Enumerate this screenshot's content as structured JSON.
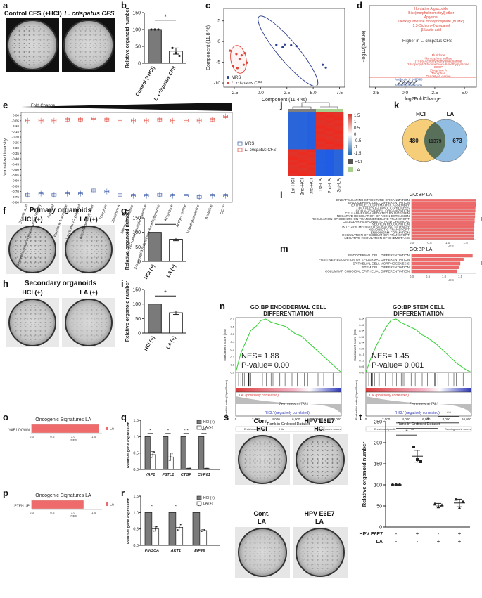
{
  "panel_labels": {
    "a": "a",
    "b": "b",
    "c": "c",
    "d": "d",
    "e": "e",
    "f": "f",
    "g": "g",
    "h": "h",
    "i": "i",
    "j": "j",
    "k": "k",
    "l": "l",
    "m": "m",
    "n": "n",
    "o": "o",
    "p": "p",
    "q": "q",
    "r": "r",
    "s": "s",
    "t": "t"
  },
  "a": {
    "left": "Control CFS (+HCl)",
    "right": "L. crispatus CFS"
  },
  "f": {
    "title": "Primary organoids",
    "left": "HCl (+)",
    "right": "LA (+)"
  },
  "h": {
    "title": "Secondary organoids",
    "left": "HCl (+)",
    "right": "LA (+)"
  },
  "s": {
    "tl": [
      "Cont.",
      "HCl"
    ],
    "tr": [
      "HPV E6E7",
      "HCl"
    ],
    "bl": [
      "Cont.",
      "LA"
    ],
    "br": [
      "HPV E6E7",
      "LA"
    ]
  },
  "chart_data": [
    {
      "panel": "b",
      "type": "bar",
      "categories": [
        "Control (+HCl)",
        "L. crispatus CFS"
      ],
      "values": [
        100,
        36
      ],
      "errors": [
        0,
        9
      ],
      "points": [
        [
          100,
          100,
          100
        ],
        [
          45,
          30,
          22
        ]
      ],
      "ylabel": "Relative organoid number",
      "ylim": [
        0,
        150
      ],
      "yticks": [
        "0",
        "50",
        "100",
        "150"
      ],
      "significance": "*"
    },
    {
      "panel": "c",
      "type": "scatter",
      "xlabel": "Component (11.4 %)",
      "ylabel": "Component (11.8 %)",
      "xticks": [
        "-2.5",
        "0.0",
        "2.5",
        "5.0",
        "7.5"
      ],
      "yticks": [
        "-10",
        "-5",
        "0",
        "5"
      ],
      "xlim": [
        -3.5,
        8
      ],
      "ylim": [
        -11,
        8
      ],
      "series": [
        {
          "name": "MRS",
          "color": "#2c3e8f",
          "x": [
            1.5,
            2.1,
            2.3,
            2.9,
            3.4,
            5.9,
            6.2
          ],
          "y": [
            -0.8,
            -1.4,
            -0.7,
            -0.9,
            -1.1,
            -5.6,
            -6.3
          ]
        },
        {
          "name": "L. crispatus CFS",
          "color": "#e0453a",
          "x": [
            -2.9,
            -2.3,
            -1.8,
            -1.5,
            -2.0,
            -1.6,
            -2.6,
            -1.3,
            -2.2
          ],
          "y": [
            -2.2,
            -3.0,
            -3.3,
            -2.8,
            -4.2,
            -5.6,
            -5.9,
            -5.1,
            -6.4
          ]
        }
      ]
    },
    {
      "panel": "d",
      "type": "scatter",
      "xlabel": "log2FoldChange",
      "ylabel": "-log10(pvalue)",
      "xticks": [
        "-2.5",
        "0.0",
        "2.5",
        "5.0"
      ],
      "xlim": [
        -3,
        6
      ],
      "annotations_top": [
        "Hordatine A glucoside",
        "Bisc(morpholinomethyl) ether",
        "Aplysinal",
        "Deoxyguanosine monophosphate (dUMP)",
        "1,3-Dichloro-2-propanol",
        "β-Lactic acid"
      ],
      "annotation_mid": "Higher in L. crispatus CFS",
      "annotations_bottom": [
        "Fluridone",
        "Nomorphine sulfate",
        "(+/-)-6-Acetoxymethyleneguanine",
        "2-Isopropyl-3,5-dimethoxy-6-methylpyrazine",
        "CCCP",
        "Zinephine A",
        "Thiorphan",
        "O-Acetyl-L-serine",
        "Antibiotic X 14889D",
        "Azelasine",
        "N-Methylazetamide"
      ]
    },
    {
      "panel": "e",
      "type": "scatter",
      "title": "Fold Change",
      "ylabel": "Normalized intensity",
      "yticks": [
        "0.00",
        "-0.05",
        "-0.10",
        "-0.15",
        "-0.20",
        "-0.25",
        "-0.30",
        "-0.35",
        "-0.40",
        "-0.45",
        "-0.50",
        "-0.55",
        "-0.60",
        "-0.65",
        "-0.70",
        "-0.75",
        "-0.80"
      ],
      "ylim": [
        -0.8,
        0.0
      ],
      "categories": [
        "β-Lactic acid",
        "Deoxyguanosine monophosphate (dUMP)",
        "Aplysinal",
        "Hordatine A glucoside",
        "1,3-Dichloro-2-propanol",
        "Bis(chloromethyl) ether",
        "Thiorphan",
        "Zinophine A",
        "Nomorphine sulfate",
        "(+/-)-6-Acetoxymethyleneguanine",
        "2-Isopropyl-3,5-dimethoxy-6-methylpyrazine",
        "Fluridone",
        "O-Acetyl-L-serine",
        "N-Methylazetamide",
        "Azelasine",
        "CCCP"
      ],
      "series": [
        {
          "name": "MRS",
          "color": "#2c4fa0",
          "values": [
            -0.73,
            -0.72,
            -0.73,
            -0.72,
            -0.72,
            -0.69,
            -0.7,
            -0.73,
            -0.74,
            -0.74,
            -0.73,
            -0.74,
            -0.74,
            -0.75,
            -0.74,
            -0.74
          ]
        },
        {
          "name": "L. crispatus CFS",
          "color": "#e0453a",
          "values": [
            -0.05,
            -0.05,
            -0.05,
            -0.04,
            -0.04,
            -0.03,
            -0.04,
            -0.05,
            -0.05,
            -0.05,
            -0.04,
            -0.05,
            -0.05,
            -0.05,
            -0.04,
            -0.01
          ]
        }
      ]
    },
    {
      "panel": "g",
      "type": "bar",
      "categories": [
        "HCl (+)",
        "LA (+)"
      ],
      "values": [
        100,
        76
      ],
      "errors": [
        0,
        5
      ],
      "ylabel": "Relative organoid number",
      "ylim": [
        0,
        150
      ],
      "yticks": [
        "0",
        "50",
        "100",
        "150"
      ],
      "significance": "*"
    },
    {
      "panel": "i",
      "type": "bar",
      "categories": [
        "HCl (+)",
        "LA (+)"
      ],
      "values": [
        100,
        70
      ],
      "errors": [
        0,
        6
      ],
      "ylabel": "Relative organoid number",
      "ylim": [
        0,
        150
      ],
      "yticks": [
        "0",
        "50",
        "100",
        "150"
      ],
      "significance": "*"
    },
    {
      "panel": "j",
      "type": "heatmap",
      "columns": [
        "1st-HCl",
        "2nd-HCl",
        "3rd-HCl",
        "1st-LA",
        "2nd-LA",
        "3rd-LA"
      ],
      "legend_ticks": [
        "1.5",
        "1",
        "0.5",
        "0",
        "-0.5",
        "-1",
        "-1.5"
      ],
      "groups": [
        "HCl",
        "LA"
      ]
    },
    {
      "panel": "k",
      "type": "venn",
      "sets": [
        "HCl",
        "LA"
      ],
      "only_left": "480",
      "both": "11379",
      "only_right": "673"
    },
    {
      "panel": "l",
      "type": "bar",
      "title": "GO:BP LA",
      "xlabel": "NES",
      "legend": "LA",
      "xticks": [
        "0.0",
        "0.5",
        "1.0",
        "1.5"
      ],
      "xlim": [
        0,
        1.8
      ],
      "categories": [
        "ENCAPSULATING STRUCTURE ORGANIZATION",
        "ENDODERMAL CELL DIFFERENTIATION",
        "EXTRACELLULAR MATRIX ASSEMBLY",
        "COLLAGEN CATABOLIC PROCESS",
        "COLLAGEN FIBRIL ORGANIZATION",
        "CELL ADHESION MEDIATED BY INTEGRIN",
        "NEGATIVE REGULATION OF AXON EXTENSION",
        "REGULATION OF SODIUM ION TRANSMEMBRANE TRANSPORT",
        "CELLULAR RESPONSE TO ACID CHEMICAL",
        "NEURON RECOGNITION",
        "INTEGRIN MEDIATED SIGNALING PATHWAY",
        "XENOBIOTIC TRANSPORT",
        "ENDODERM FORMATION",
        "REGULATION OF SODIUM ION TRANSPORT",
        "NEGATIVE REGULATION OF CHEMOTAXIS"
      ],
      "values": [
        1.79,
        1.79,
        1.78,
        1.77,
        1.77,
        1.76,
        1.76,
        1.75,
        1.75,
        1.74,
        1.74,
        1.73,
        1.73,
        1.72,
        1.72
      ]
    },
    {
      "panel": "m",
      "type": "bar",
      "title": "GO:BP LA",
      "xlabel": "NES",
      "legend": "LA",
      "xticks": [
        "0.0",
        "0.5",
        "1.0",
        "1.5"
      ],
      "xlim": [
        0,
        2.0
      ],
      "categories": [
        "ENDODERMAL CELL DIFFERENTIATION",
        "POSITIVE REGULATION OF EPIDERMAL DIFFERENTIATION",
        "EPITHELIAL CELL MORPHOGENESIS",
        "STEM CELL DIFFERENTIATION",
        "COLUMNAR CUBOIDAL EPITHELIAL DIFFERENTIATION"
      ],
      "values": [
        1.88,
        1.6,
        1.5,
        1.45,
        1.4
      ]
    },
    {
      "panel": "n1",
      "type": "line",
      "title": [
        "GO:BP ENDODERMAL CELL",
        "DIFFERENTIATION"
      ],
      "nes": "NES= 1.88",
      "pvalue": "P-value= 0.00",
      "ylabel": "Enrichment score (ES)",
      "yticks": [
        "0.0",
        "0.1",
        "0.2",
        "0.3",
        "0.4",
        "0.5",
        "0.6",
        "0.7"
      ],
      "xlabel": "Rank in Ordered Dataset",
      "xticks": [
        "0",
        "2,000",
        "4,000",
        "6,000",
        "8,000",
        "10,000"
      ],
      "pos_label": "'LA' (positively correlated)",
      "neg_label": "'HCL' (negatively correlated)",
      "zero_cross": "Zero cross at 7381",
      "metric_label": "Ranked list metric (Signal2Noise)",
      "legend": [
        "Enrichment profile",
        "Hits",
        "Ranking metric scores"
      ],
      "es_x": [
        0,
        500,
        1000,
        1500,
        2000,
        2500,
        3000,
        3500,
        4000,
        4500,
        5000,
        5500,
        6000,
        6500,
        7000,
        7500,
        8000,
        8500,
        9000,
        9500,
        10000,
        10500
      ],
      "es_y": [
        0,
        0.25,
        0.4,
        0.55,
        0.6,
        0.68,
        0.7,
        0.66,
        0.64,
        0.62,
        0.6,
        0.55,
        0.5,
        0.48,
        0.42,
        0.36,
        0.3,
        0.24,
        0.18,
        0.12,
        0.06,
        0
      ]
    },
    {
      "panel": "n2",
      "type": "line",
      "title": [
        "GO:BP STEM CELL",
        "DIFFERENTIATION"
      ],
      "nes": "NES= 1.45",
      "pvalue": "P-value= 0.001",
      "ylabel": "Enrichment score (ES)",
      "yticks": [
        "0.00",
        "0.05",
        "0.10",
        "0.15",
        "0.20",
        "0.25",
        "0.30",
        "0.35",
        "0.40",
        "0.45"
      ],
      "xlabel": "Rank in Ordered Dataset",
      "xticks": [
        "0",
        "2,000",
        "4,000",
        "6,000",
        "8,000",
        "10,000"
      ],
      "pos_label": "'LA' (positively correlated)",
      "neg_label": "'HCL' (negatively correlated)",
      "zero_cross": "Zero cross at 7381",
      "metric_label": "Ranked list metric (Signal2Noise)",
      "legend": [
        "Enrichment profile",
        "Hits",
        "Ranking metric scores"
      ],
      "es_x": [
        0,
        500,
        1000,
        1500,
        2000,
        2500,
        3000,
        3500,
        4000,
        4500,
        5000,
        5500,
        6000,
        6500,
        7000,
        7500,
        8000,
        8500,
        9000,
        9500,
        10000,
        10500
      ],
      "es_y": [
        0,
        0.12,
        0.22,
        0.3,
        0.38,
        0.44,
        0.45,
        0.42,
        0.4,
        0.38,
        0.36,
        0.32,
        0.3,
        0.27,
        0.24,
        0.2,
        0.16,
        0.12,
        0.08,
        0.05,
        0.02,
        0
      ]
    },
    {
      "panel": "o",
      "type": "bar",
      "title": "Oncogenic Signatures LA",
      "categories": [
        "YAP1 DOWN"
      ],
      "values": [
        1.62
      ],
      "xlabel": "NES",
      "legend": "LA",
      "xticks": [
        "0.0",
        "0.5",
        "1.0",
        "1.5"
      ],
      "xlim": [
        0,
        1.7
      ]
    },
    {
      "panel": "p",
      "type": "bar",
      "title": "Oncogenic Signatures LA",
      "categories": [
        "PTEN UP"
      ],
      "values": [
        1.25
      ],
      "xlabel": "NES",
      "legend": "LA",
      "xticks": [
        "0.0",
        "0.5",
        "1.0",
        "1.5"
      ],
      "xlim": [
        0,
        1.7
      ]
    },
    {
      "panel": "q",
      "type": "bar",
      "categories": [
        "YAP1",
        "FSTL1",
        "CTGF",
        "CYR61"
      ],
      "series": [
        {
          "name": "HCl (+)",
          "values": [
            1.0,
            1.0,
            1.0,
            1.0
          ]
        },
        {
          "name": "LA (+)",
          "values": [
            0.45,
            0.38,
            0.03,
            0.03
          ]
        }
      ],
      "errors": [
        0.1,
        0.12,
        0.01,
        0.01
      ],
      "ylabel": "Relative gene expression",
      "yticks": [
        "0.0",
        "0.5",
        "1.0",
        "1.5"
      ],
      "ylim": [
        0,
        1.5
      ],
      "significance": [
        "*",
        "*",
        "***",
        "***"
      ]
    },
    {
      "panel": "r",
      "type": "bar",
      "categories": [
        "PIK3CA",
        "AKT1",
        "EIF4E"
      ],
      "series": [
        {
          "name": "HCl (+)",
          "values": [
            1.0,
            1.0,
            1.0
          ]
        },
        {
          "name": "LA (+)",
          "values": [
            0.5,
            0.55,
            0.45
          ]
        }
      ],
      "errors": [
        0.08,
        0.1,
        0.03
      ],
      "ylabel": "Relative gene expression",
      "yticks": [
        "0.0",
        "0.5",
        "1.0",
        "1.5"
      ],
      "ylim": [
        0,
        1.5
      ],
      "significance": [
        "*",
        "*",
        "**"
      ]
    },
    {
      "panel": "t",
      "type": "scatter",
      "categories": [
        "1",
        "2",
        "3",
        "4"
      ],
      "values": [
        100,
        168,
        52,
        57
      ],
      "errors": [
        0,
        14,
        4,
        9
      ],
      "points": [
        [
          100,
          100,
          100
        ],
        [
          190,
          160,
          155
        ],
        [
          55,
          48,
          52
        ],
        [
          66,
          45,
          60
        ]
      ],
      "ylabel": "Relative organoid number",
      "yticks": [
        "0",
        "50",
        "100",
        "150",
        "200",
        "250"
      ],
      "ylim": [
        0,
        250
      ],
      "row_labels": [
        "HPV E6E7",
        "LA"
      ],
      "row1": [
        "-",
        "+",
        "-",
        "+"
      ],
      "row2": [
        "-",
        "-",
        "+",
        "+"
      ],
      "significance": [
        "*",
        "*",
        "*",
        "**"
      ]
    }
  ]
}
